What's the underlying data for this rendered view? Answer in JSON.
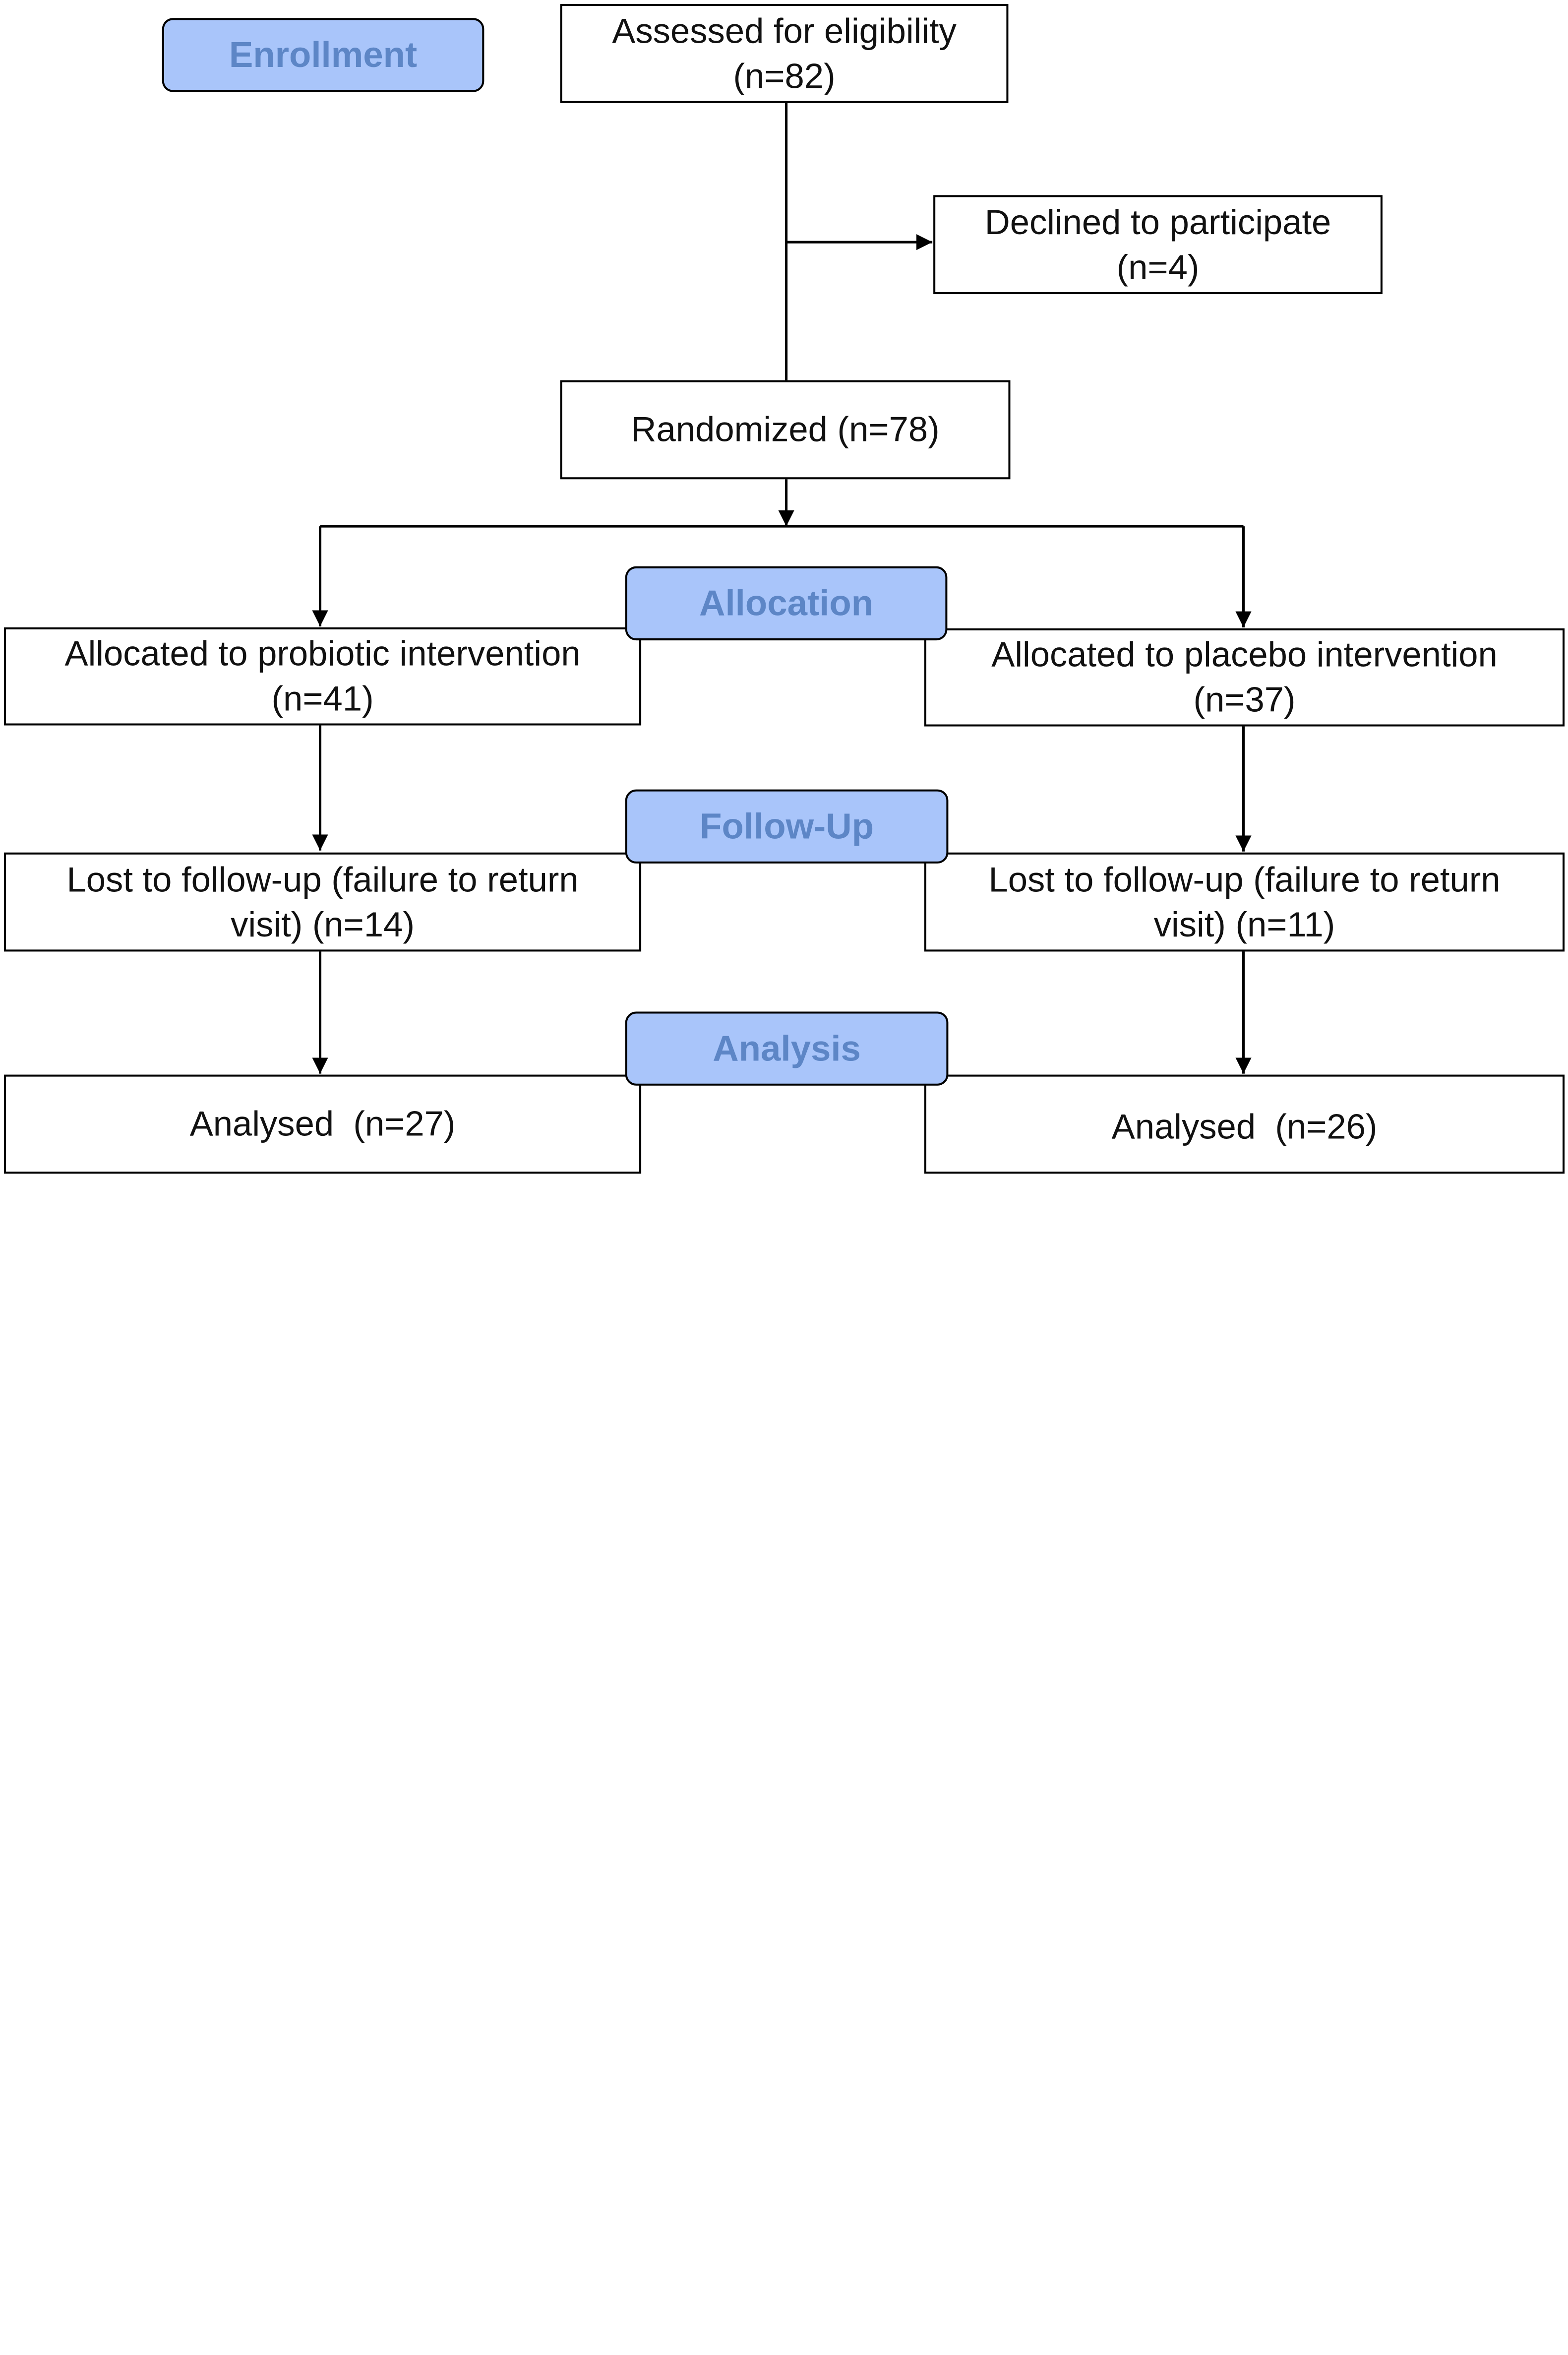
{
  "stages": {
    "enrollment": "Enrollment",
    "allocation": "Allocation",
    "follow_up": "Follow-Up",
    "analysis": "Analysis"
  },
  "boxes": {
    "assessed": {
      "line1": "Assessed for eligibility",
      "line2": "(n=82)"
    },
    "declined": {
      "line1": "Declined to participate",
      "line2": "(n=4)"
    },
    "randomized": {
      "line1": "Randomized (n=78)"
    },
    "allocated_probiotic": {
      "line1": "Allocated to probiotic intervention",
      "line2": "(n=41)"
    },
    "allocated_placebo": {
      "line1": "Allocated to placebo intervention",
      "line2": "(n=37)"
    },
    "lost_probiotic": {
      "line1": "Lost to follow-up (failure to return",
      "line2": "visit) (n=14)"
    },
    "lost_placebo": {
      "line1": "Lost to follow-up (failure to return",
      "line2": "visit) (n=11)"
    },
    "analysed_probiotic": {
      "line1": "Analysed  (n=27)"
    },
    "analysed_placebo": {
      "line1": "Analysed  (n=26)"
    }
  },
  "colors": {
    "stage_fill": "#a9c5fa",
    "stage_text": "#5d86c6",
    "box_border": "#000000"
  }
}
